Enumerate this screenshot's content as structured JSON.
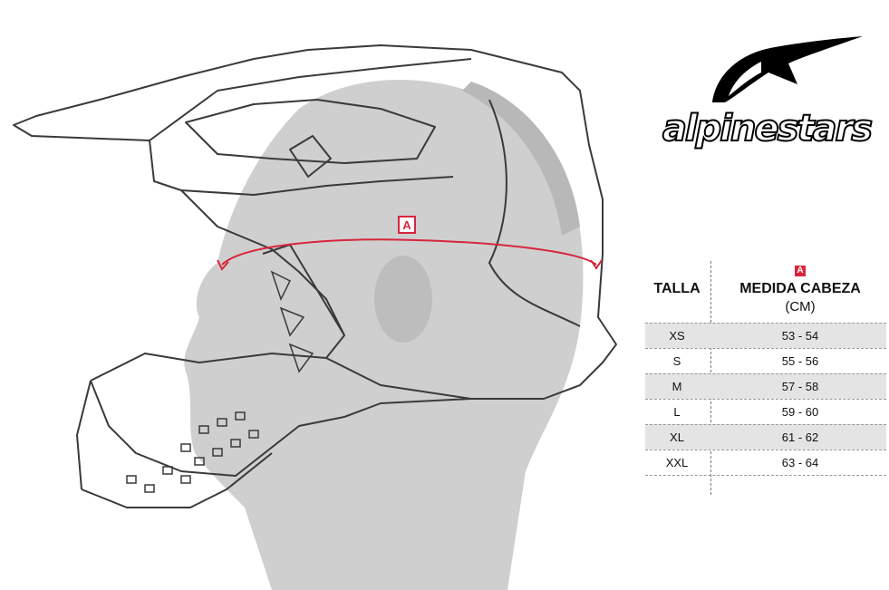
{
  "brand": {
    "name": "alpinestars"
  },
  "measure_marker": "A",
  "table": {
    "col_size": "TALLA",
    "col_measure_badge": "A",
    "col_measure": "MEDIDA CABEZA",
    "col_measure_unit": "(CM)",
    "rows": [
      {
        "size": "XS",
        "cm": "53 - 54"
      },
      {
        "size": "S",
        "cm": "55 - 56"
      },
      {
        "size": "M",
        "cm": "57 - 58"
      },
      {
        "size": "L",
        "cm": "59 - 60"
      },
      {
        "size": "XL",
        "cm": "61 - 62"
      },
      {
        "size": "XXL",
        "cm": "63 - 64"
      }
    ]
  },
  "colors": {
    "accent": "#d7263d",
    "row_shade": "#e4e4e4"
  }
}
